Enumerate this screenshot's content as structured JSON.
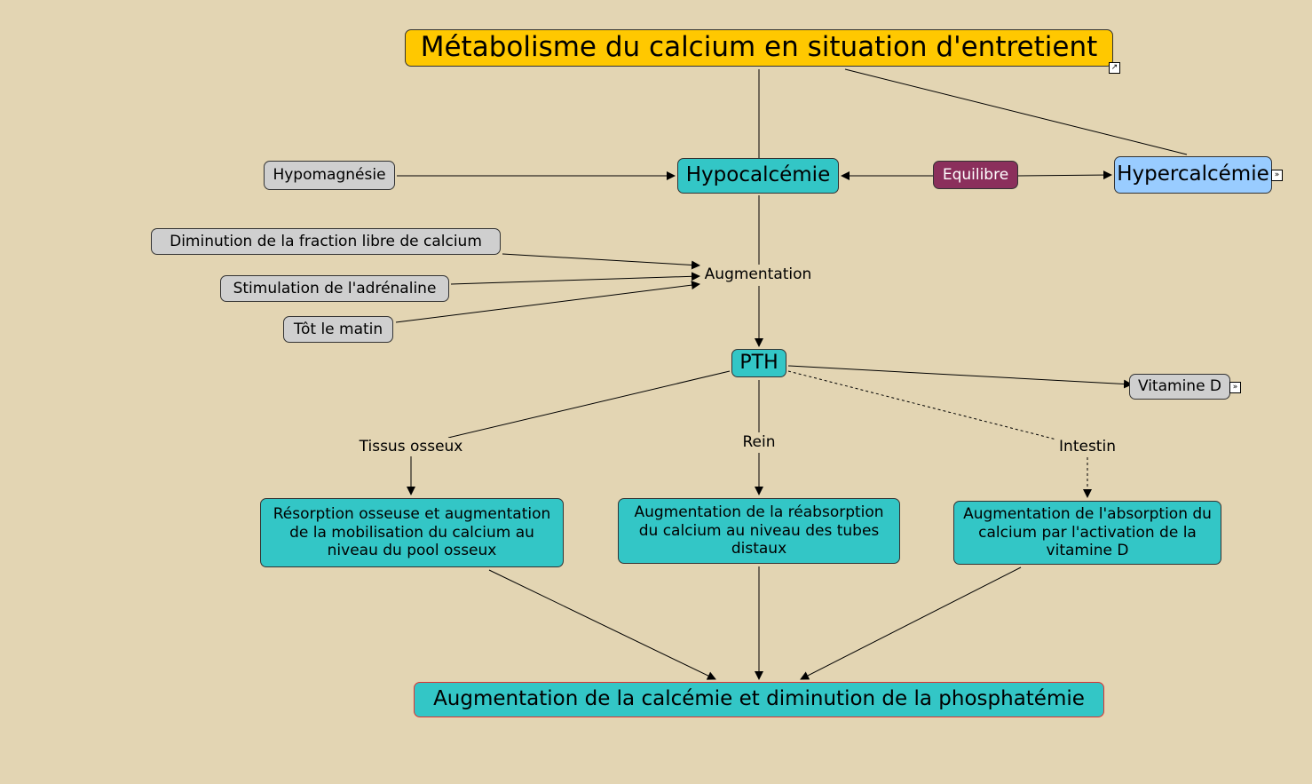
{
  "title": "Métabolisme du calcium en situation d'entretient",
  "nodes": {
    "hypomagnesie": "Hypomagnésie",
    "hypocalcemie": "Hypocalcémie",
    "equilibre": "Equilibre",
    "hypercalcemie": "Hypercalcémie",
    "diminution": "Diminution de la fraction libre de calcium",
    "stimulation": "Stimulation de l'adrénaline",
    "tot_matin": "Tôt le matin",
    "pth": "PTH",
    "vitamine_d": "Vitamine D",
    "resorption": "Résorption osseuse et augmentation de la mobilisation du calcium au niveau du pool osseux",
    "reabsorption": "Augmentation de la réabsorption du calcium au niveau des tubes distaux",
    "absorption": "Augmentation de l'absorption du calcium par l'activation de la vitamine D",
    "result": "Augmentation de la calcémie et diminution de la phosphatémie"
  },
  "link_labels": {
    "augmentation": "Augmentation",
    "tissus": "Tissus osseux",
    "rein": "Rein",
    "intestin": "Intestin"
  },
  "colors": {
    "background": "#e3d5b3",
    "title": "#ffc800",
    "teal": "#33c6c6",
    "equilibre": "#8b2f5c",
    "hypercalcemie": "#99ccff",
    "gray": "#cfcfcf"
  }
}
